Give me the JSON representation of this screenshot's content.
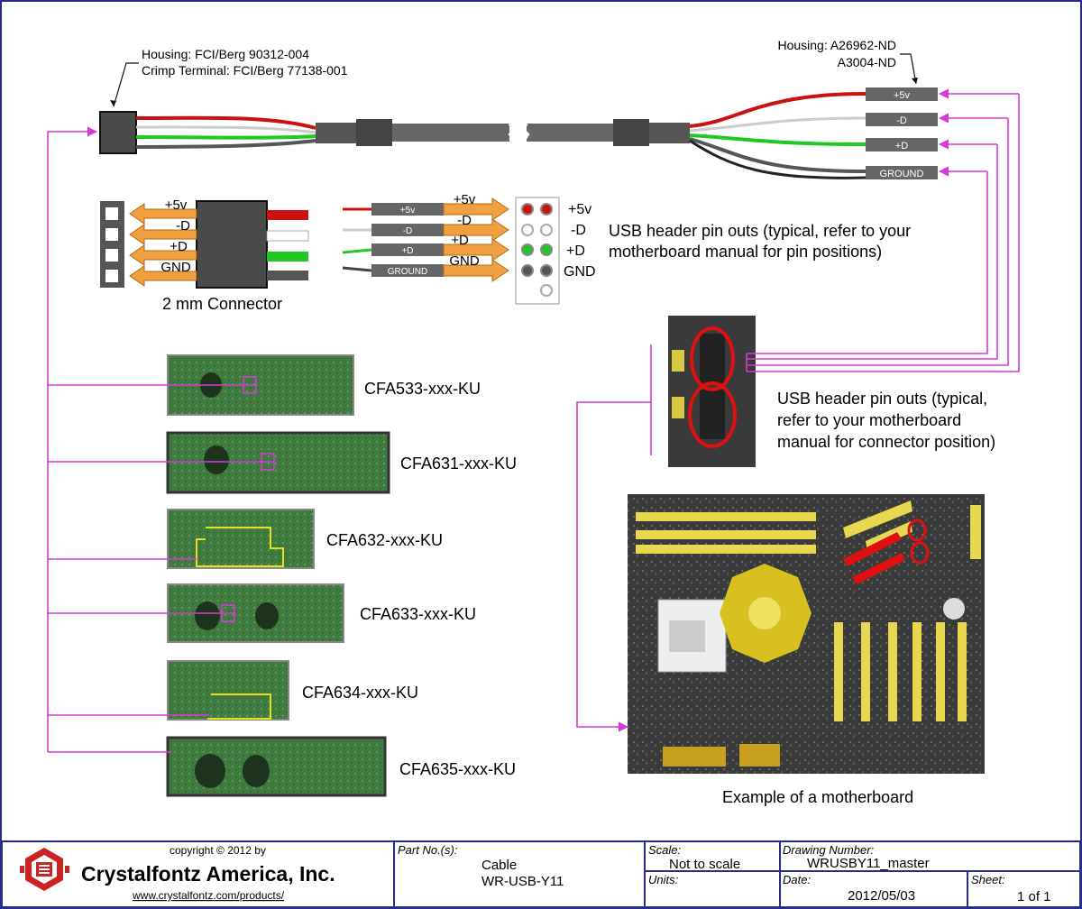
{
  "left_connector": {
    "housing": "Housing: FCI/Berg 90312-004",
    "terminal": "Crimp Terminal: FCI/Berg 77138-001",
    "caption": "2 mm Connector",
    "pins": [
      "+5v",
      "-D",
      "+D",
      "GND"
    ]
  },
  "right_connector": {
    "housing_line1": "Housing: A26962-ND",
    "housing_line2": "A3004-ND",
    "wires": [
      "+5v",
      "-D",
      "+D",
      "GROUND"
    ]
  },
  "header_pinout": {
    "wire_tags": [
      "+5v",
      "-D",
      "+D",
      "GROUND"
    ],
    "arrow_labels": [
      "+5v",
      "-D",
      "+D",
      "GND"
    ],
    "row_labels": [
      "+5v",
      "-D",
      "+D",
      "GND"
    ],
    "note_line1": "USB header pin outs (typical, refer to your",
    "note_line2": "motherboard manual for pin positions)"
  },
  "connector_note": {
    "line1": "USB header pin outs (typical,",
    "line2": "refer to your motherboard",
    "line3": "manual for connector position)"
  },
  "modules": [
    {
      "name": "CFA533-xxx-KU"
    },
    {
      "name": "CFA631-xxx-KU"
    },
    {
      "name": "CFA632-xxx-KU"
    },
    {
      "name": "CFA633-xxx-KU"
    },
    {
      "name": "CFA634-xxx-KU"
    },
    {
      "name": "CFA635-xxx-KU"
    }
  ],
  "motherboard": {
    "caption": "Example of a motherboard"
  },
  "title_block": {
    "copyright": "copyright © 2012 by",
    "company": "Crystalfontz America, Inc.",
    "url": "www.crystalfontz.com/products/",
    "part_no_label": "Part No.(s):",
    "part_no_line1": "Cable",
    "part_no_line2": "WR-USB-Y11",
    "scale_label": "Scale:",
    "scale_value": "Not to scale",
    "units_label": "Units:",
    "drawing_label": "Drawing Number:",
    "drawing_value": "WRUSBY11_master",
    "date_label": "Date:",
    "date_value": "2012/05/03",
    "sheet_label": "Sheet:",
    "sheet_value": "1 of 1"
  },
  "colors": {
    "border": "#2b2b8c",
    "magenta": "#d63ad6",
    "wire_red": "#cc1111",
    "wire_green": "#22c822",
    "wire_gray": "#555555",
    "arrow_orange": "#f0a040",
    "brand_red": "#cc2222"
  }
}
